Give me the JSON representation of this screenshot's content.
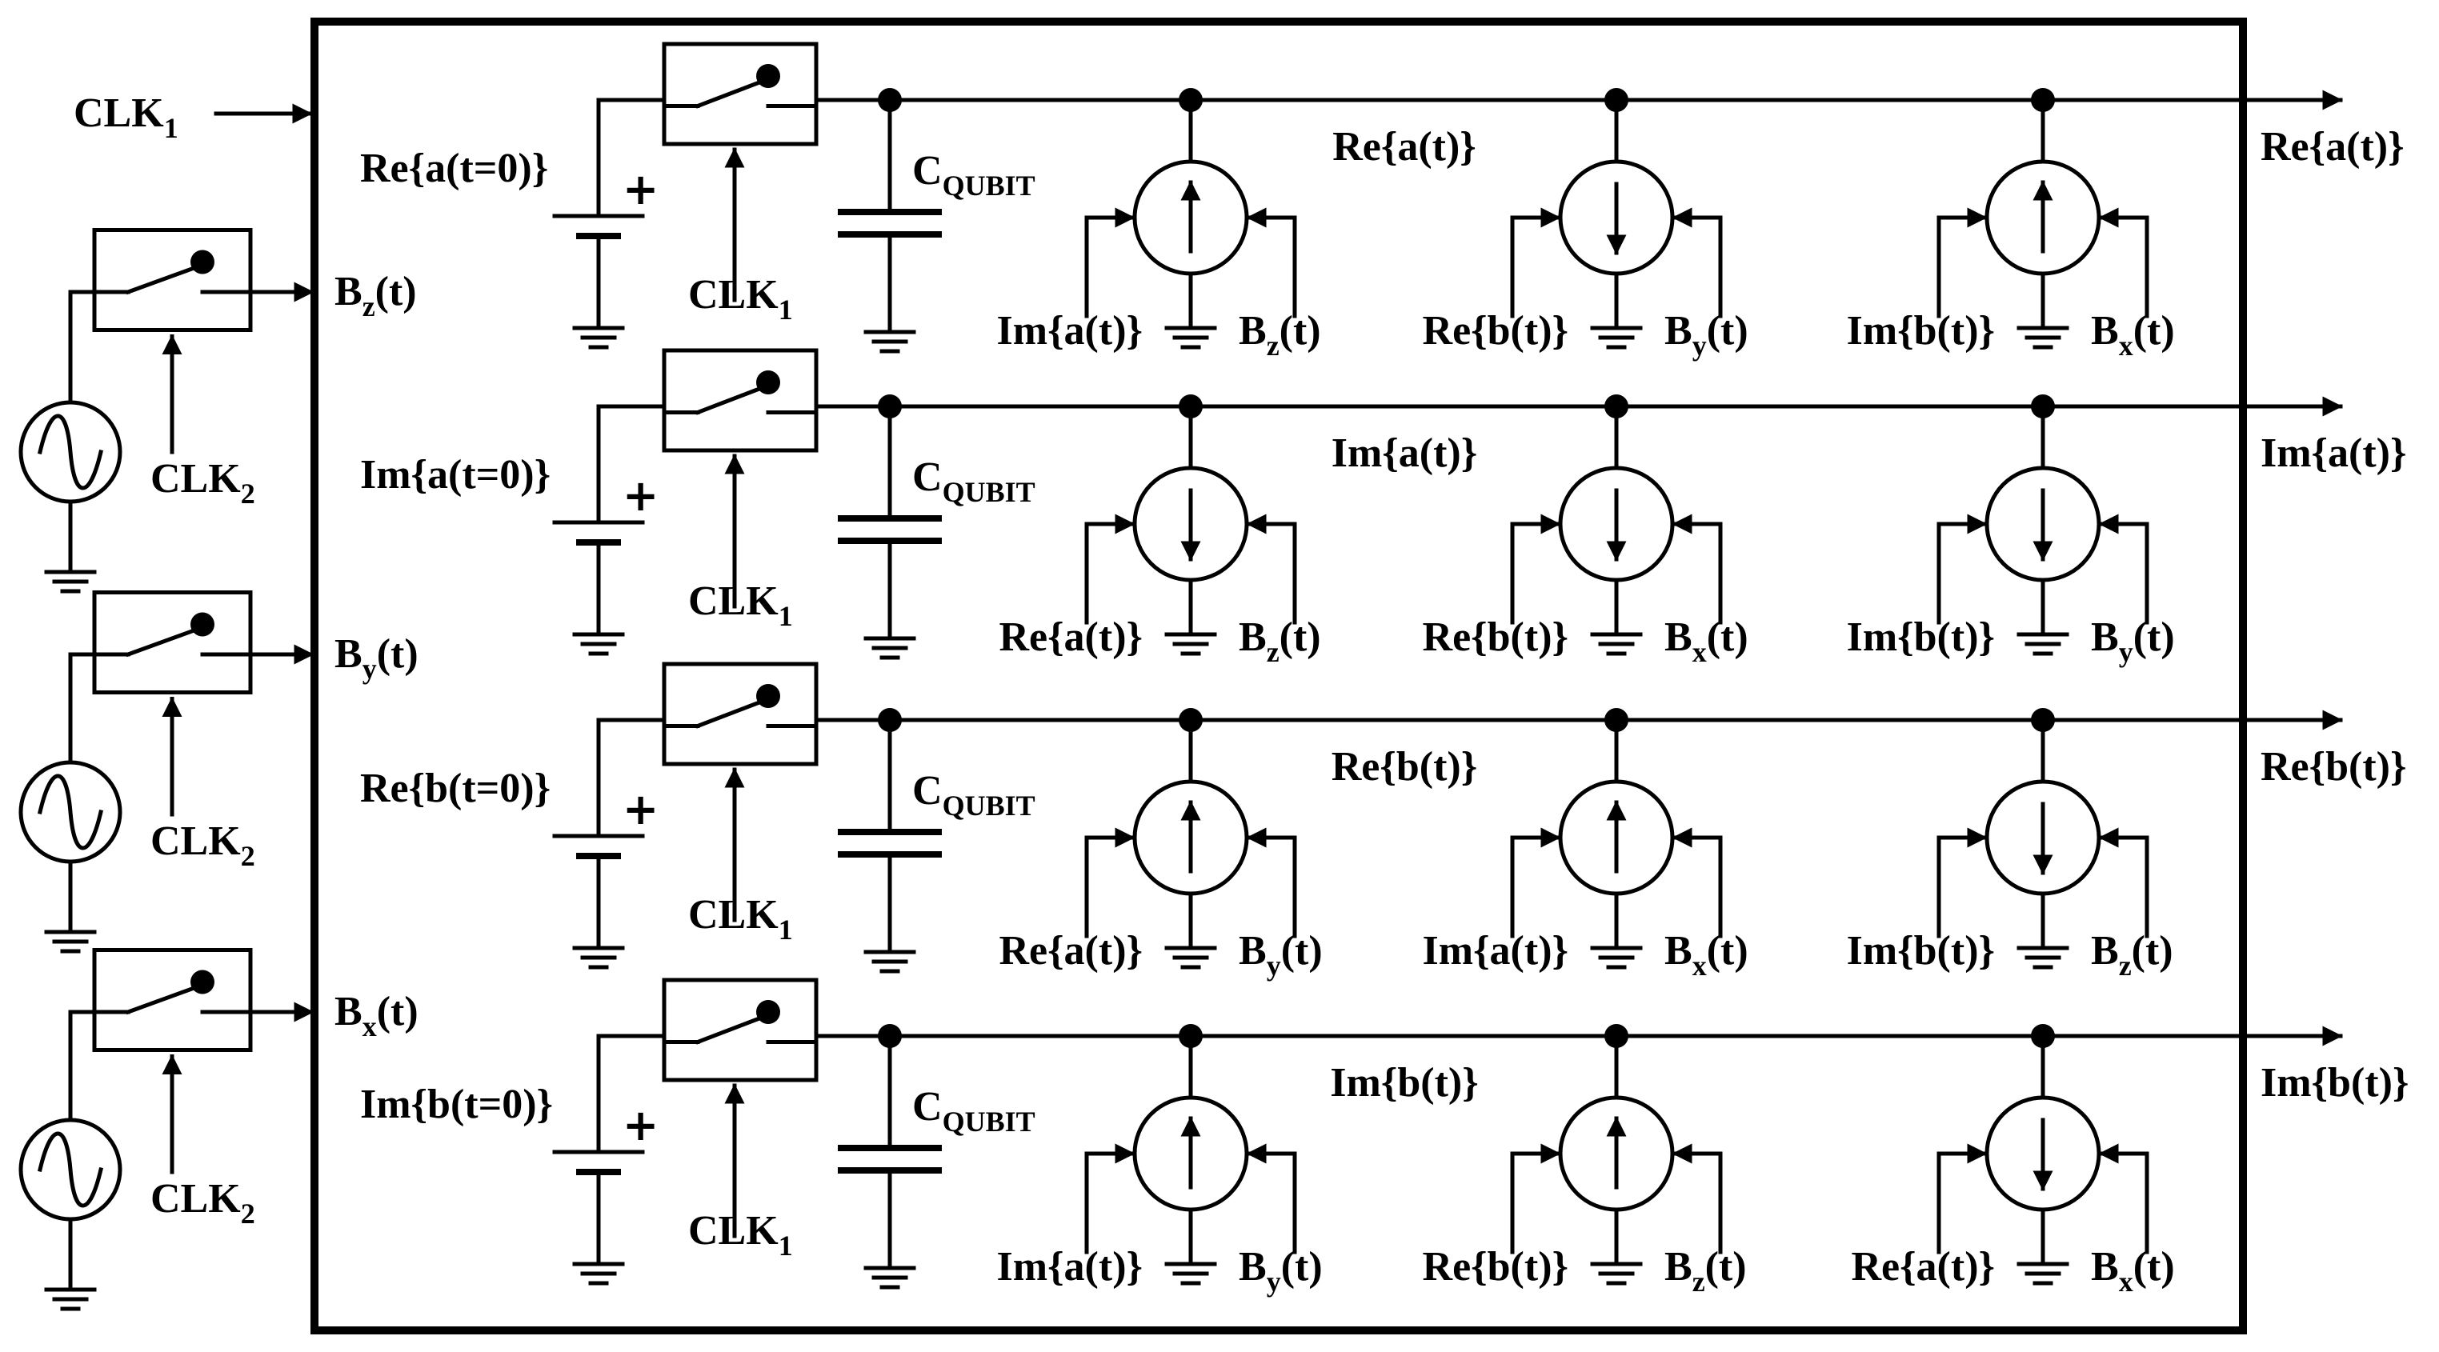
{
  "input_clock": {
    "name": "CLK",
    "sub": "1"
  },
  "field_inputs": [
    {
      "base": "B",
      "sub": "z",
      "tail": "(t)",
      "clk": "CLK",
      "clk_sub": "2"
    },
    {
      "base": "B",
      "sub": "y",
      "tail": "(t)",
      "clk": "CLK",
      "clk_sub": "2"
    },
    {
      "base": "B",
      "sub": "x",
      "tail": "(t)",
      "clk": "CLK",
      "clk_sub": "2"
    }
  ],
  "rows": [
    {
      "init": "Re{a(t=0)}",
      "clk": "CLK",
      "clk_sub": "1",
      "cap": "C",
      "cap_sub": "QUBIT",
      "node": "Re{a(t)}",
      "output": "Re{a(t)}",
      "sources": [
        {
          "dir": "up",
          "left": "Im{a(t)}",
          "right_base": "B",
          "right_sub": "z",
          "right_tail": "(t)"
        },
        {
          "dir": "down",
          "left": "Re{b(t)}",
          "right_base": "B",
          "right_sub": "y",
          "right_tail": "(t)"
        },
        {
          "dir": "up",
          "left": "Im{b(t)}",
          "right_base": "B",
          "right_sub": "x",
          "right_tail": "(t)"
        }
      ]
    },
    {
      "init": "Im{a(t=0)}",
      "clk": "CLK",
      "clk_sub": "1",
      "cap": "C",
      "cap_sub": "QUBIT",
      "node": "Im{a(t)}",
      "output": "Im{a(t)}",
      "sources": [
        {
          "dir": "down",
          "left": "Re{a(t)}",
          "right_base": "B",
          "right_sub": "z",
          "right_tail": "(t)"
        },
        {
          "dir": "down",
          "left": "Re{b(t)}",
          "right_base": "B",
          "right_sub": "x",
          "right_tail": "(t)"
        },
        {
          "dir": "down",
          "left": "Im{b(t)}",
          "right_base": "B",
          "right_sub": "y",
          "right_tail": "(t)"
        }
      ]
    },
    {
      "init": "Re{b(t=0)}",
      "clk": "CLK",
      "clk_sub": "1",
      "cap": "C",
      "cap_sub": "QUBIT",
      "node": "Re{b(t)}",
      "output": "Re{b(t)}",
      "sources": [
        {
          "dir": "up",
          "left": "Re{a(t)}",
          "right_base": "B",
          "right_sub": "y",
          "right_tail": "(t)"
        },
        {
          "dir": "up",
          "left": "Im{a(t)}",
          "right_base": "B",
          "right_sub": "x",
          "right_tail": "(t)"
        },
        {
          "dir": "down",
          "left": "Im{b(t)}",
          "right_base": "B",
          "right_sub": "z",
          "right_tail": "(t)"
        }
      ]
    },
    {
      "init": "Im{b(t=0)}",
      "clk": "CLK",
      "clk_sub": "1",
      "cap": "C",
      "cap_sub": "QUBIT",
      "node": "Im{b(t)}",
      "output": "Im{b(t)}",
      "sources": [
        {
          "dir": "up",
          "left": "Im{a(t)}",
          "right_base": "B",
          "right_sub": "y",
          "right_tail": "(t)"
        },
        {
          "dir": "up",
          "left": "Re{b(t)}",
          "right_base": "B",
          "right_sub": "z",
          "right_tail": "(t)"
        },
        {
          "dir": "down",
          "left": "Re{a(t)}",
          "right_base": "B",
          "right_sub": "x",
          "right_tail": "(t)"
        }
      ]
    }
  ]
}
